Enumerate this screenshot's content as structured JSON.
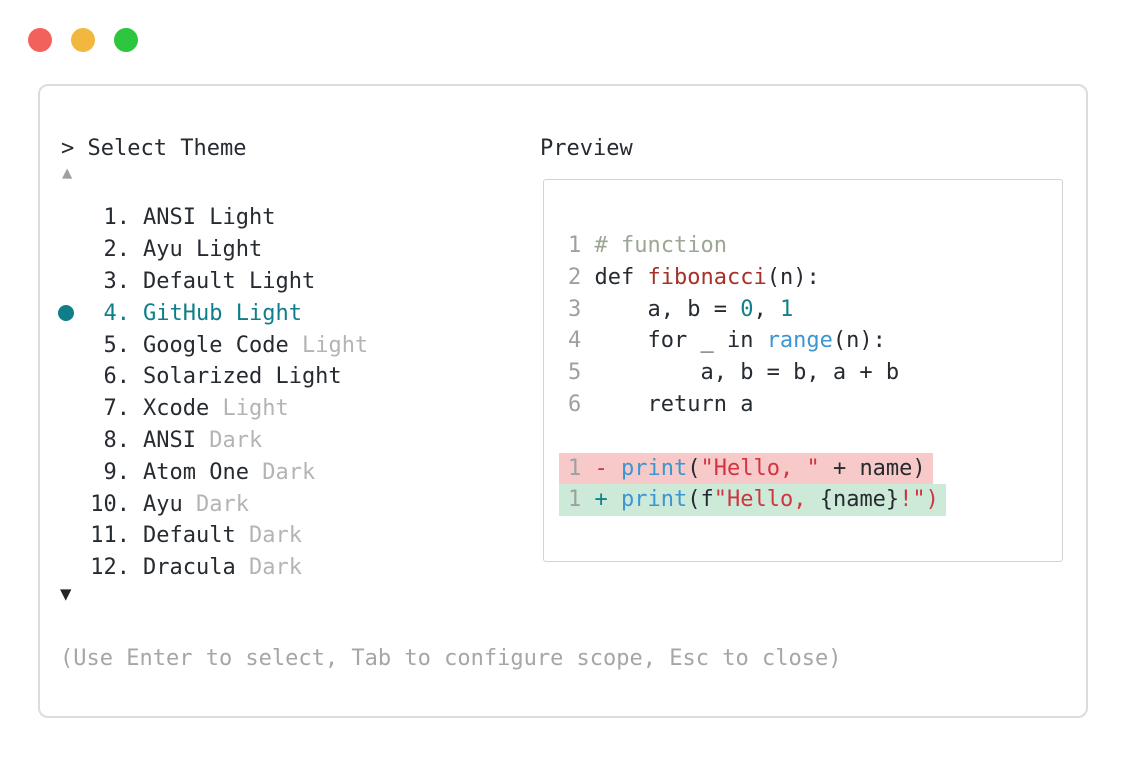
{
  "window": {
    "traffic_lights": [
      {
        "name": "close",
        "color": "#f3615c"
      },
      {
        "name": "minimize",
        "color": "#f2b73e"
      },
      {
        "name": "maximize",
        "color": "#2ec63f"
      }
    ]
  },
  "picker": {
    "prompt": ">",
    "title": "Select Theme",
    "scroll_up_indicator": "▲",
    "scroll_down_indicator": "▼",
    "items": [
      {
        "number": "1.",
        "selected": false,
        "segments": [
          {
            "text": "ANSI Light",
            "muted": false
          }
        ]
      },
      {
        "number": "2.",
        "selected": false,
        "segments": [
          {
            "text": "Ayu Light",
            "muted": false
          }
        ]
      },
      {
        "number": "3.",
        "selected": false,
        "segments": [
          {
            "text": "Default Light",
            "muted": false
          }
        ]
      },
      {
        "number": "4.",
        "selected": true,
        "segments": [
          {
            "text": "GitHub Light",
            "muted": false
          }
        ]
      },
      {
        "number": "5.",
        "selected": false,
        "segments": [
          {
            "text": "Google Code ",
            "muted": false
          },
          {
            "text": "Light",
            "muted": true
          }
        ]
      },
      {
        "number": "6.",
        "selected": false,
        "segments": [
          {
            "text": "Solarized Light",
            "muted": false
          }
        ]
      },
      {
        "number": "7.",
        "selected": false,
        "segments": [
          {
            "text": "Xcode ",
            "muted": false
          },
          {
            "text": "Light",
            "muted": true
          }
        ]
      },
      {
        "number": "8.",
        "selected": false,
        "segments": [
          {
            "text": "ANSI ",
            "muted": false
          },
          {
            "text": "Dark",
            "muted": true
          }
        ]
      },
      {
        "number": "9.",
        "selected": false,
        "segments": [
          {
            "text": "Atom One ",
            "muted": false
          },
          {
            "text": "Dark",
            "muted": true
          }
        ]
      },
      {
        "number": "10.",
        "selected": false,
        "segments": [
          {
            "text": "Ayu ",
            "muted": false
          },
          {
            "text": "Dark",
            "muted": true
          }
        ]
      },
      {
        "number": "11.",
        "selected": false,
        "segments": [
          {
            "text": "Default ",
            "muted": false
          },
          {
            "text": "Dark",
            "muted": true
          }
        ]
      },
      {
        "number": "12.",
        "selected": false,
        "segments": [
          {
            "text": "Dracula ",
            "muted": false
          },
          {
            "text": "Dark",
            "muted": true
          }
        ]
      }
    ],
    "help_text": "(Use Enter to select, Tab to configure scope, Esc to close)"
  },
  "preview": {
    "title": "Preview",
    "lines": [
      {
        "num": "1",
        "diff": null,
        "tokens": [
          [
            "# function",
            "comment"
          ]
        ]
      },
      {
        "num": "2",
        "diff": null,
        "tokens": [
          [
            "def ",
            "text"
          ],
          [
            "fibonacci",
            "func"
          ],
          [
            "(n):",
            "text"
          ]
        ]
      },
      {
        "num": "3",
        "diff": null,
        "tokens": [
          [
            "    a, b = ",
            "text"
          ],
          [
            "0",
            "num"
          ],
          [
            ", ",
            "text"
          ],
          [
            "1",
            "num"
          ]
        ]
      },
      {
        "num": "4",
        "diff": null,
        "tokens": [
          [
            "    for _ in ",
            "text"
          ],
          [
            "range",
            "builtin"
          ],
          [
            "(n):",
            "text"
          ]
        ]
      },
      {
        "num": "5",
        "diff": null,
        "tokens": [
          [
            "        a, b = b, a + b",
            "text"
          ]
        ]
      },
      {
        "num": "6",
        "diff": null,
        "tokens": [
          [
            "    return a",
            "text"
          ]
        ]
      },
      {
        "num": "",
        "diff": null,
        "tokens": []
      },
      {
        "num": "1",
        "diff": "removed",
        "tokens": [
          [
            "- ",
            "del-sign"
          ],
          [
            "print",
            "builtin"
          ],
          [
            "(",
            "text"
          ],
          [
            "\"Hello, \"",
            "string"
          ],
          [
            " + name)",
            "text"
          ]
        ]
      },
      {
        "num": "1",
        "diff": "added",
        "tokens": [
          [
            "+ ",
            "add-sign"
          ],
          [
            "print",
            "builtin"
          ],
          [
            "(f",
            "text"
          ],
          [
            "\"Hello, ",
            "string"
          ],
          [
            "{name}",
            "text"
          ],
          [
            "!\")",
            "string"
          ]
        ]
      }
    ]
  },
  "colors": {
    "accent_teal": "#0f7e8b",
    "text_dark": "#262b31",
    "muted_gray": "#b4b4b4",
    "line_number_gray": "#9da0a2",
    "comment_green": "#9ba795",
    "function_red": "#a5312a",
    "builtin_blue": "#3b96d2",
    "string_red": "#d03541",
    "number_teal": "#11808d",
    "removed_bg": "#f7c9c9",
    "added_bg": "#cde9d8",
    "help_gray": "#a6a6a6"
  }
}
